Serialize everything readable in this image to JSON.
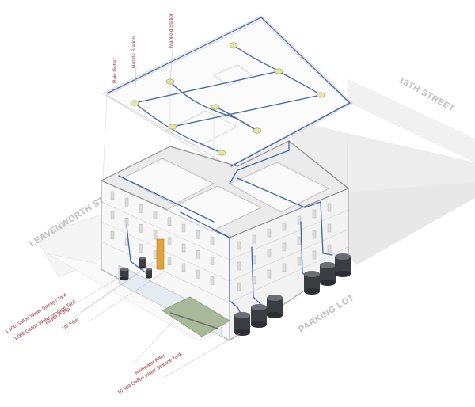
{
  "labels": {
    "rain_gutter": "Rain Gutter",
    "nozzle_station": "Nozzle Station",
    "manifold_station": "Manifold Station",
    "tank_1100": "1,100 Gallon Water Storage Tank",
    "tank_3000": "3,000 Gallon Water Storage Tank",
    "pump": "60 HP Pump",
    "uv_filter": "UV Filter",
    "rainwater_filter": "Rainwater Filter",
    "tank_10500": "10,500 Gallon Water Storage Tank"
  },
  "streets": {
    "thirteenth": "13TH STREET",
    "leavenworth": "LEAVENWORTH ST.",
    "parking_lot": "PARKING LOT"
  },
  "colors": {
    "pipe": "#3f67a8",
    "label": "#9b2b2b",
    "street": "#bdbdbd",
    "tank": "#3a3d42",
    "nozzle": "#e8e6a5",
    "pump": "#e0a33a",
    "planting": "#7f9a6a"
  }
}
